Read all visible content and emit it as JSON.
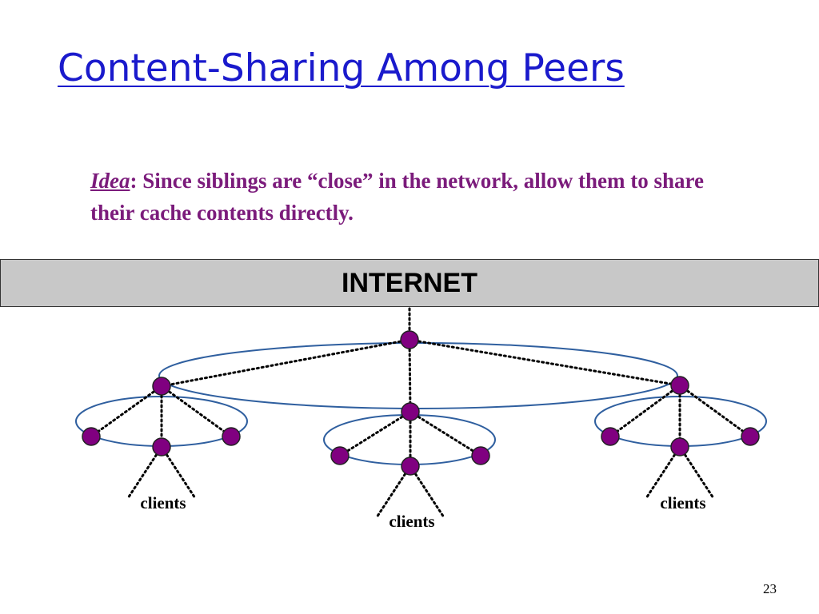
{
  "slide": {
    "title": "Content-Sharing Among Peers",
    "idea_keyword": "Idea",
    "idea_text": ": Since siblings are “close” in the network, allow them to share their cache contents directly.",
    "internet_label": "INTERNET",
    "page_number": "23"
  },
  "diagram": {
    "clients_left": "clients",
    "clients_middle": "clients",
    "clients_right": "clients"
  },
  "colors": {
    "title": "#1a1acc",
    "idea_text": "#7b1b7b",
    "node_fill": "#800080",
    "ring_stroke": "#2f5f9f",
    "internet_bar": "#c8c8c8"
  }
}
